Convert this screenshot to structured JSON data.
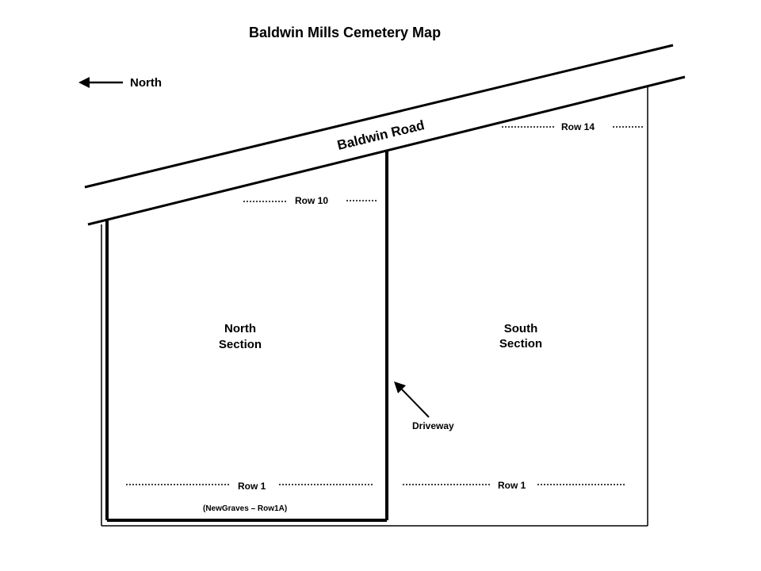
{
  "title": "Baldwin Mills Cemetery Map",
  "compass": {
    "label": "North"
  },
  "road": {
    "label": "Baldwin Road"
  },
  "sections": {
    "north": {
      "line1": "North",
      "line2": "Section"
    },
    "south": {
      "line1": "South",
      "line2": "Section"
    }
  },
  "rows": {
    "north_top": "Row 10",
    "south_top": "Row 14",
    "north_bottom": "Row 1",
    "south_bottom": "Row 1",
    "new_graves": "(NewGraves – Row1A)"
  },
  "driveway": {
    "label": "Driveway"
  },
  "colors": {
    "ink": "#000000",
    "background": "#ffffff"
  }
}
